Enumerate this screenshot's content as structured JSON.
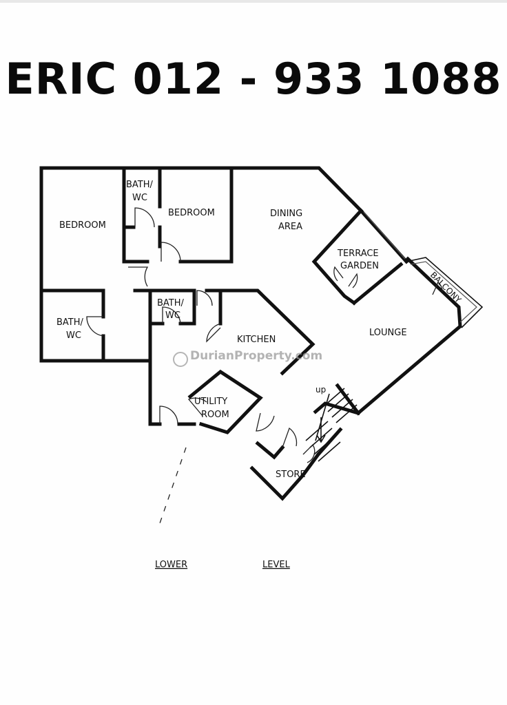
{
  "header": {
    "contact": "ERIC 012 - 933 1088"
  },
  "rooms": {
    "bedroom_left": "BEDROOM",
    "bath_top_line1": "BATH/",
    "bath_top_line2": "WC",
    "bedroom_middle": "BEDROOM",
    "dining_line1": "DINING",
    "dining_line2": "AREA",
    "terrace_line1": "TERRACE",
    "terrace_line2": "GARDEN",
    "balcony": "BALCONY",
    "bath_mid_line1": "BATH/",
    "bath_mid_line2": "WC",
    "bath_left_line1": "BATH/",
    "bath_left_line2": "WC",
    "kitchen": "KITCHEN",
    "lounge": "LOUNGE",
    "utility_line1": "UTILITY",
    "utility_line2": "ROOM",
    "store": "STORE",
    "stair_up": "up"
  },
  "watermark": "DurianProperty.com",
  "caption": {
    "left": "LOWER",
    "right": "LEVEL"
  }
}
